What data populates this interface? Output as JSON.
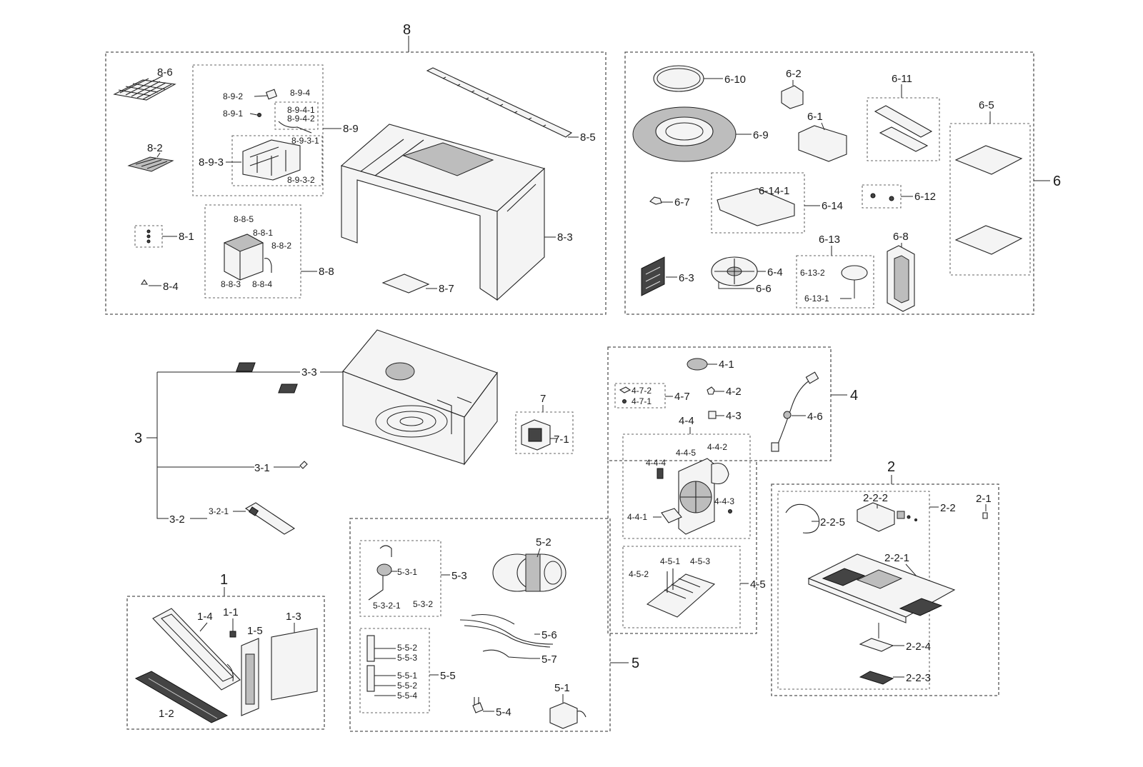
{
  "labels": {
    "g8": "8",
    "l8_6": "8-6",
    "l8_2": "8-2",
    "l8_1": "8-1",
    "l8_4": "8-4",
    "l8_9": "8-9",
    "l8_9_2": "8-9-2",
    "l8_9_1": "8-9-1",
    "l8_9_4": "8-9-4",
    "l8_9_4_1": "8-9-4-1",
    "l8_9_4_2": "8-9-4-2",
    "l8_9_3": "8-9-3",
    "l8_9_3_1": "8-9-3-1",
    "l8_9_3_2": "8-9-3-2",
    "l8_8": "8-8",
    "l8_8_5": "8-8-5",
    "l8_8_1": "8-8-1",
    "l8_8_2": "8-8-2",
    "l8_8_3": "8-8-3",
    "l8_8_4": "8-8-4",
    "l8_5": "8-5",
    "l8_3": "8-3",
    "l8_7": "8-7",
    "g6": "6",
    "l6_10": "6-10",
    "l6_9": "6-9",
    "l6_2": "6-2",
    "l6_1": "6-1",
    "l6_11": "6-11",
    "l6_5": "6-5",
    "l6_7": "6-7",
    "l6_14_1": "6-14-1",
    "l6_14": "6-14",
    "l6_12": "6-12",
    "l6_3": "6-3",
    "l6_4": "6-4",
    "l6_6": "6-6",
    "l6_13": "6-13",
    "l6_13_2": "6-13-2",
    "l6_13_1": "6-13-1",
    "l6_8": "6-8",
    "g3": "3",
    "l3_3": "3-3",
    "l3_1": "3-1",
    "l3_2": "3-2",
    "l3_2_1": "3-2-1",
    "g7": "7",
    "l7_1": "7-1",
    "g4": "4",
    "l4_1": "4-1",
    "l4_2": "4-2",
    "l4_3": "4-3",
    "l4_6": "4-6",
    "l4_7": "4-7",
    "l4_7_2": "4-7-2",
    "l4_7_1": "4-7-1",
    "l4_4": "4-4",
    "l4_4_4": "4-4-4",
    "l4_4_5": "4-4-5",
    "l4_4_2": "4-4-2",
    "l4_4_3": "4-4-3",
    "l4_4_1": "4-4-1",
    "l4_5": "4-5",
    "l4_5_1": "4-5-1",
    "l4_5_2": "4-5-2",
    "l4_5_3": "4-5-3",
    "g2": "2",
    "l2_1": "2-1",
    "l2_2": "2-2",
    "l2_2_2": "2-2-2",
    "l2_2_5": "2-2-5",
    "l2_2_1": "2-2-1",
    "l2_2_4": "2-2-4",
    "l2_2_3": "2-2-3",
    "g1": "1",
    "l1_1": "1-1",
    "l1_2": "1-2",
    "l1_3": "1-3",
    "l1_4": "1-4",
    "l1_5": "1-5",
    "g5": "5",
    "l5_2": "5-2",
    "l5_3": "5-3",
    "l5_3_1": "5-3-1",
    "l5_3_2": "5-3-2",
    "l5_3_2_1": "5-3-2-1",
    "l5_6": "5-6",
    "l5_7": "5-7",
    "l5_5": "5-5",
    "l5_5_2a": "5-5-2",
    "l5_5_3": "5-5-3",
    "l5_5_1": "5-5-1",
    "l5_5_2b": "5-5-2",
    "l5_5_4": "5-5-4",
    "l5_4": "5-4",
    "l5_1": "5-1"
  }
}
